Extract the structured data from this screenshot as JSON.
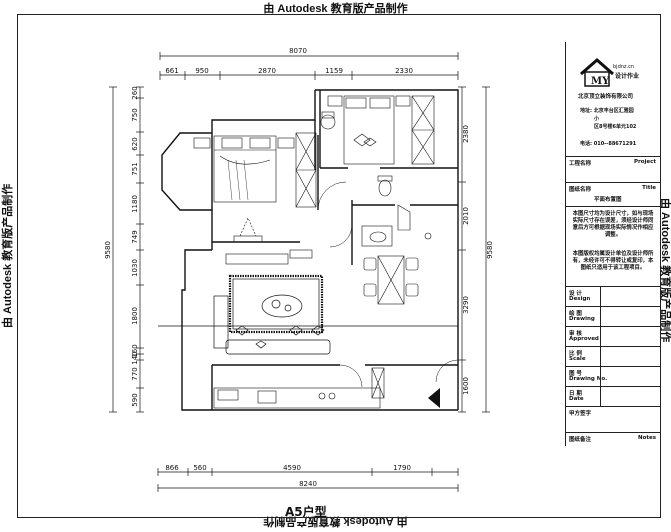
{
  "stamps": {
    "watermark": "由 Autodesk 教育版产品制作"
  },
  "plan": {
    "title": "A5户型"
  },
  "dimensions": {
    "top_total": "8070",
    "top_segments": [
      "661",
      "950",
      "2870",
      "1159",
      "2330"
    ],
    "bottom_total": "8240",
    "bottom_segments": [
      "866",
      "560",
      "4590",
      "1790"
    ],
    "left_total": "9580",
    "left_segments": [
      "260",
      "750",
      "620",
      "751",
      "1180",
      "749",
      "1030",
      "1800",
      "160",
      "140",
      "770",
      "590"
    ],
    "right_total": "9580",
    "right_segments": [
      "2380",
      "2010",
      "3290",
      "1600"
    ]
  },
  "company": {
    "logo_text": "MY",
    "logo_small": "设计作业",
    "logo_url": "bjdnz.cn",
    "name": "北京顶立装饰有限公司",
    "address_label": "地址:",
    "address_line1": "北京丰台区汇雅园",
    "address_line2": "小",
    "address_line3": "区8号楼6单元102",
    "phone_label": "电话:",
    "phone": "010--88671291"
  },
  "title_block": {
    "project_cn": "工程名称",
    "project_en": "Project",
    "drawing_name_cn": "图纸名称",
    "drawing_name_en": "Title",
    "drawing_name_value": "平面布置图",
    "note1": "本图尺寸均为设计尺寸，如与现场实际尺寸存在误差，须经设计师同意后方可根据现场实际情况作相应调整。",
    "note2": "本图版权均属设计单位及设计师所有，未经许可不得转让或复印，本图纸只适用于该工程项目。",
    "design_cn": "设  计",
    "design_en": "Design",
    "drawing_cn": "绘  图",
    "drawing_en": "Drawing",
    "approved_cn": "审  核",
    "approved_en": "Approved",
    "scale_cn": "比  例",
    "scale_en": "Scale",
    "drawing_no_cn": "图  号",
    "drawing_no_en": "Drawing No.",
    "date_cn": "日  期",
    "date_en": "Date",
    "signature_cn": "甲方签字",
    "remarks_cn": "图纸备注",
    "remarks_en": "Notes"
  }
}
